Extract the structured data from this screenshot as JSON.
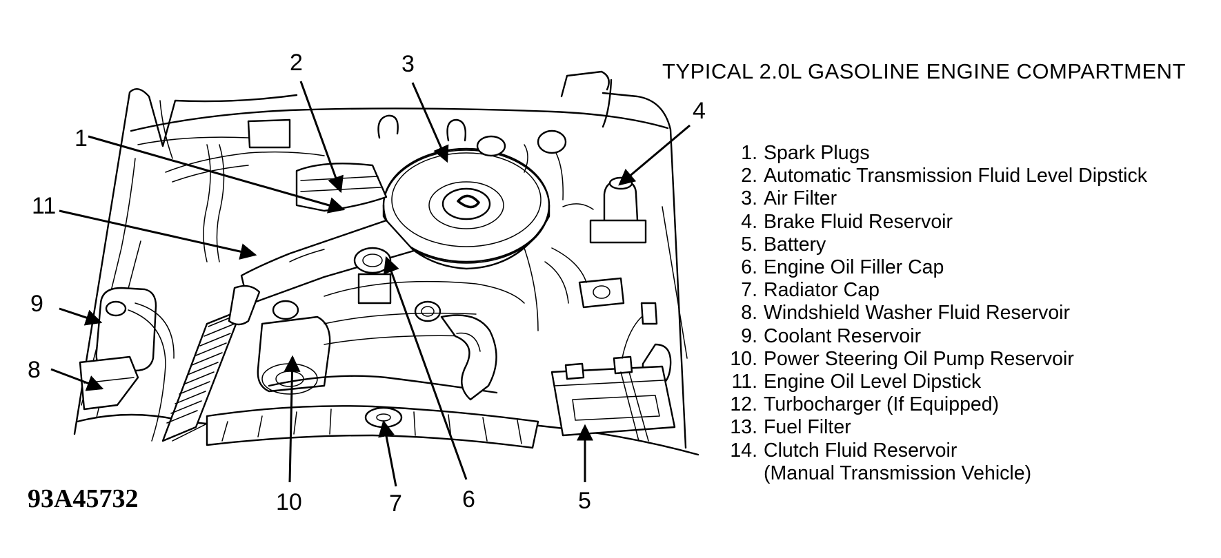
{
  "figure": {
    "title": "TYPICAL 2.0L GASOLINE ENGINE COMPARTMENT",
    "id": "93A45732"
  },
  "legend": [
    {
      "num": "1.",
      "label": "Spark Plugs"
    },
    {
      "num": "2.",
      "label": "Automatic Transmission Fluid Level Dipstick"
    },
    {
      "num": "3.",
      "label": "Air Filter"
    },
    {
      "num": "4.",
      "label": "Brake Fluid Reservoir"
    },
    {
      "num": "5.",
      "label": "Battery"
    },
    {
      "num": "6.",
      "label": "Engine Oil Filler Cap"
    },
    {
      "num": "7.",
      "label": "Radiator Cap"
    },
    {
      "num": "8.",
      "label": "Windshield Washer Fluid Reservoir"
    },
    {
      "num": "9.",
      "label": "Coolant Reservoir"
    },
    {
      "num": "10.",
      "label": "Power Steering Oil Pump Reservoir"
    },
    {
      "num": "11.",
      "label": "Engine Oil Level Dipstick"
    },
    {
      "num": "12.",
      "label": "Turbocharger (If Equipped)"
    },
    {
      "num": "13.",
      "label": "Fuel Filter"
    },
    {
      "num": "14.",
      "label": "Clutch Fluid Reservoir",
      "continuation": "(Manual Transmission Vehicle)"
    }
  ],
  "callouts": {
    "c1": "1",
    "c2": "2",
    "c3": "3",
    "c4": "4",
    "c5": "5",
    "c6": "6",
    "c7": "7",
    "c8": "8",
    "c9": "9",
    "c10": "10",
    "c11": "11"
  }
}
